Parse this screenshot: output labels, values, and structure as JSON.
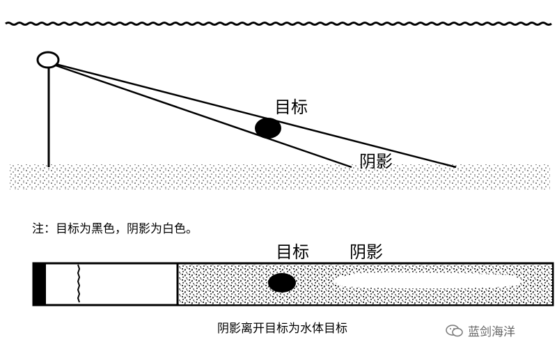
{
  "diagram": {
    "top_labels": {
      "target": "目标",
      "shadow": "阴影"
    },
    "note": "注：目标为黑色，阴影为白色。",
    "bottom_labels": {
      "target": "目标",
      "shadow": "阴影"
    },
    "caption": "阴影离开目标为水体目标"
  },
  "watermark": {
    "text": "蓝剑海洋",
    "icon": "wechat-icon"
  },
  "colors": {
    "ink": "#000000",
    "paper": "#ffffff",
    "speckle": "#333333"
  }
}
